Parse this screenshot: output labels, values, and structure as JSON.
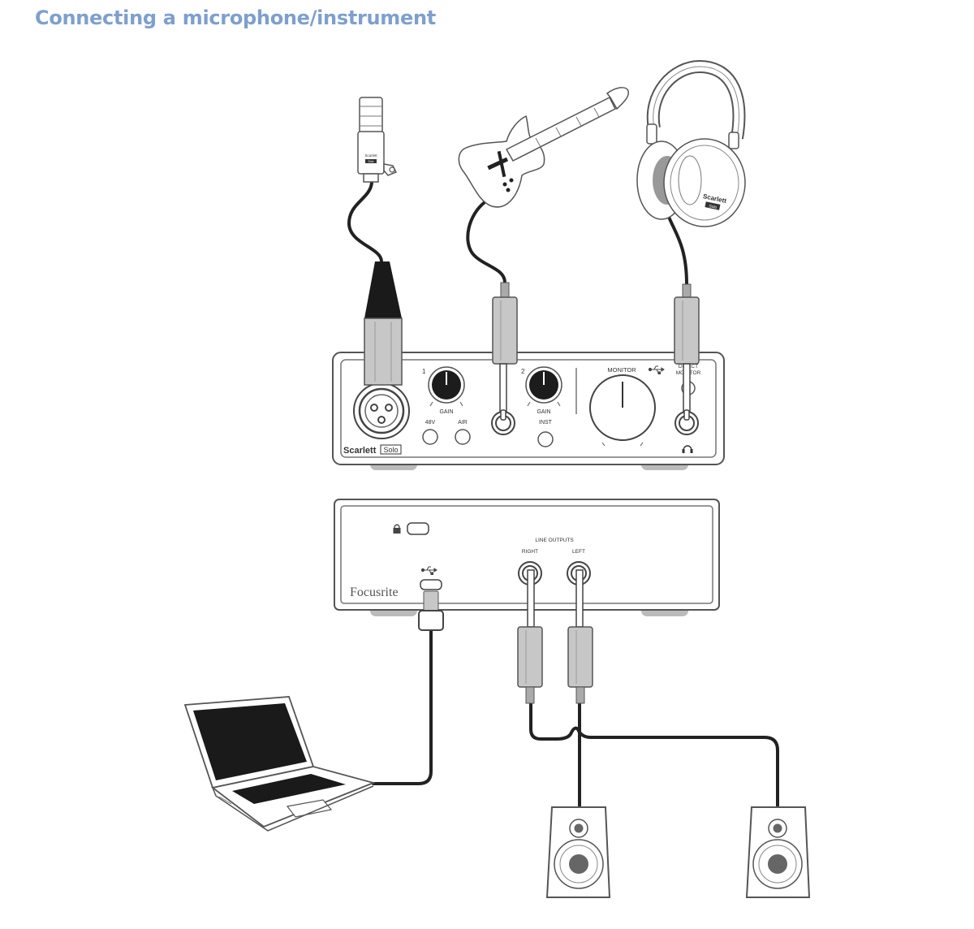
{
  "title": "Connecting a microphone/instrument",
  "accent_color": "#7e9fcf",
  "front_panel": {
    "input1_number": "1",
    "input2_number": "2",
    "gain_label": "GAIN",
    "gain2_label": "GAIN",
    "phantom_label": "48V",
    "air_label": "AIR",
    "inst_label": "INST",
    "monitor_label": "MONITOR",
    "direct_label": "DIRECT",
    "monitor2_label": "MONITOR",
    "brand": "Scarlett",
    "model": "Solo"
  },
  "rear_panel": {
    "line_outputs_label": "LINE OUTPUTS",
    "right_label": "RIGHT",
    "left_label": "LEFT",
    "brand": "Focusrite"
  },
  "headphones": {
    "brand": "Scarlett",
    "model": "Solo"
  },
  "microphone": {
    "brand": "Scarlett",
    "model": "Solo"
  },
  "icons": [
    "microphone-icon",
    "guitar-icon",
    "headphones-icon",
    "usb-icon",
    "lock-icon",
    "headphone-icon",
    "laptop-icon",
    "speaker-icon"
  ]
}
